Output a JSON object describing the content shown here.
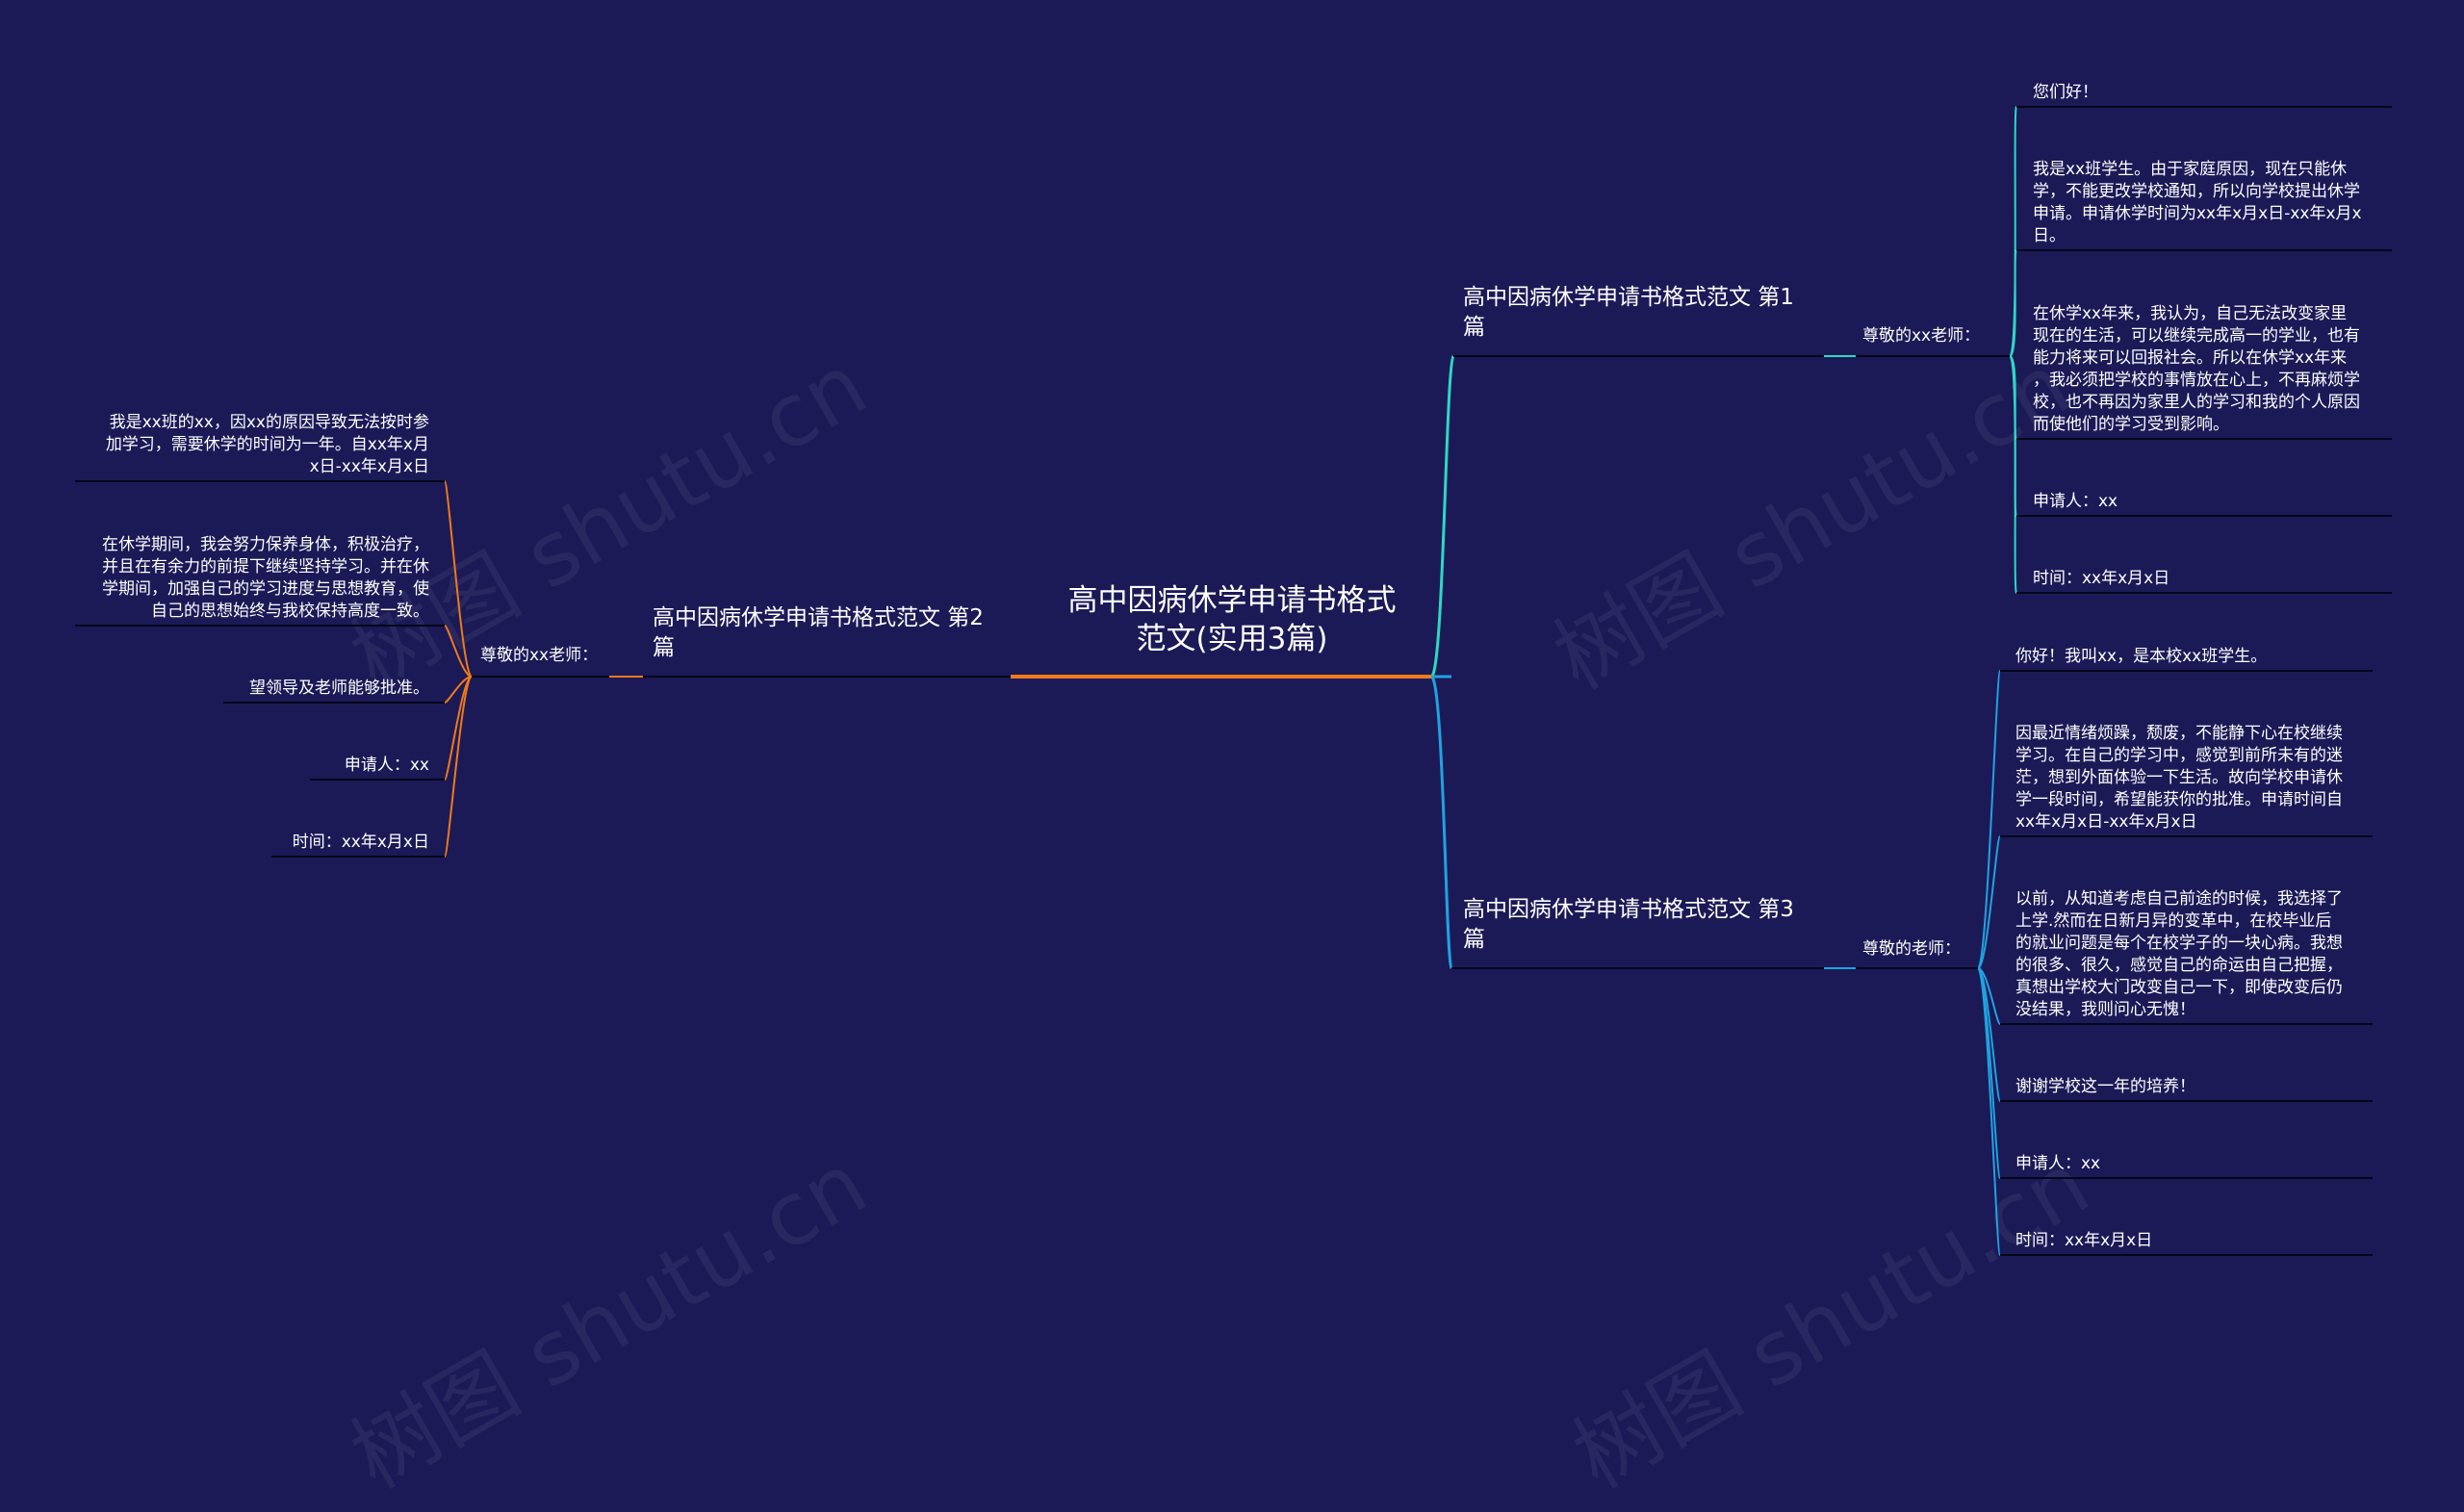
{
  "root": {
    "title_line1": "高中因病休学申请书格式",
    "title_line2": "范文(实用3篇)"
  },
  "branch1": {
    "title_line1": "高中因病休学申请书格式范文 第1",
    "title_line2": "篇",
    "greeting": "尊敬的xx老师：",
    "leaves": [
      [
        "您们好！"
      ],
      [
        "我是xx班学生。由于家庭原因，现在只能休",
        "学，不能更改学校通知，所以向学校提出休学",
        "申请。申请休学时间为xx年x月x日-xx年x月x",
        "日。"
      ],
      [
        "在休学xx年来，我认为，自己无法改变家里",
        "现在的生活，可以继续完成高一的学业，也有",
        "能力将来可以回报社会。所以在休学xx年来",
        "，我必须把学校的事情放在心上，不再麻烦学",
        "校，也不再因为家里人的学习和我的个人原因",
        "而使他们的学习受到影响。"
      ],
      [
        "申请人：xx"
      ],
      [
        "时间：xx年x月x日"
      ]
    ]
  },
  "branch2": {
    "title_line1": "高中因病休学申请书格式范文 第2",
    "title_line2": "篇",
    "greeting": "尊敬的xx老师：",
    "leaves": [
      [
        "我是xx班的xx，因xx的原因导致无法按时参",
        "加学习，需要休学的时间为一年。自xx年x月",
        "x日-xx年x月x日"
      ],
      [
        "在休学期间，我会努力保养身体，积极治疗，",
        "并且在有余力的前提下继续坚持学习。并在休",
        "学期间，加强自己的学习进度与思想教育，使",
        "自己的思想始终与我校保持高度一致。"
      ],
      [
        "望领导及老师能够批准。"
      ],
      [
        "申请人：xx"
      ],
      [
        "时间：xx年x月x日"
      ]
    ]
  },
  "branch3": {
    "title_line1": "高中因病休学申请书格式范文 第3",
    "title_line2": "篇",
    "greeting": "尊敬的老师：",
    "leaves": [
      [
        "你好！我叫xx，是本校xx班学生。"
      ],
      [
        "因最近情绪烦躁，颓废，不能静下心在校继续",
        "学习。在自己的学习中，感觉到前所未有的迷",
        "茫，想到外面体验一下生活。故向学校申请休",
        "学一段时间，希望能获你的批准。申请时间自",
        "xx年x月x日-xx年x月x日"
      ],
      [
        "以前，从知道考虑自己前途的时候，我选择了",
        "上学.然而在日新月异的变革中，在校毕业后",
        "的就业问题是每个在校学子的一块心病。我想",
        "的很多、很久，感觉自己的命运由自己把握，",
        "真想出学校大门改变自己一下，即使改变后仍",
        "没结果，我则问心无愧！"
      ],
      [
        "谢谢学校这一年的培养！"
      ],
      [
        "申请人：xx"
      ],
      [
        "时间：xx年x月x日"
      ]
    ]
  },
  "watermark": "树图 shutu.cn",
  "colors": {
    "background": "#1b1a57",
    "branch1": "#2ed8c3",
    "branch2": "#f07a1a",
    "branch3": "#1fa3e0",
    "underline": "#05061a",
    "text": "#ffffff"
  }
}
